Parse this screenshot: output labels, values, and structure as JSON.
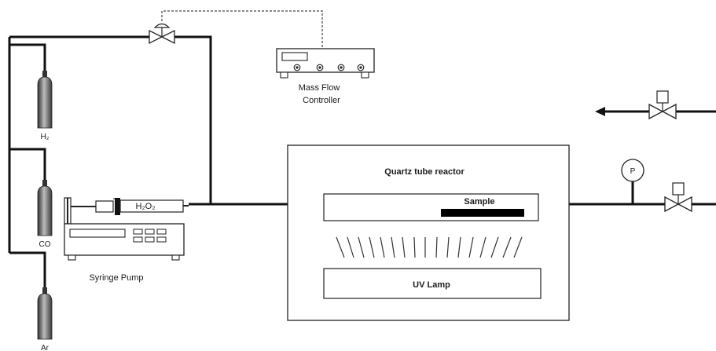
{
  "labels": {
    "h2": "H₂",
    "co": "CO",
    "ar": "Ar",
    "syringe_pump": "Syringe Pump",
    "h2o2": "H₂O₂",
    "mfc_line1": "Mass Flow",
    "mfc_line2": "Controller",
    "reactor_title": "Quartz tube reactor",
    "sample": "Sample",
    "uv_lamp": "UV Lamp",
    "pressure_gauge": "P"
  },
  "colors": {
    "cylinder_dark": "#3a3a3a",
    "cylinder_light": "#b5b5b5",
    "pipe": "#111111",
    "sample_bar": "#000000"
  }
}
